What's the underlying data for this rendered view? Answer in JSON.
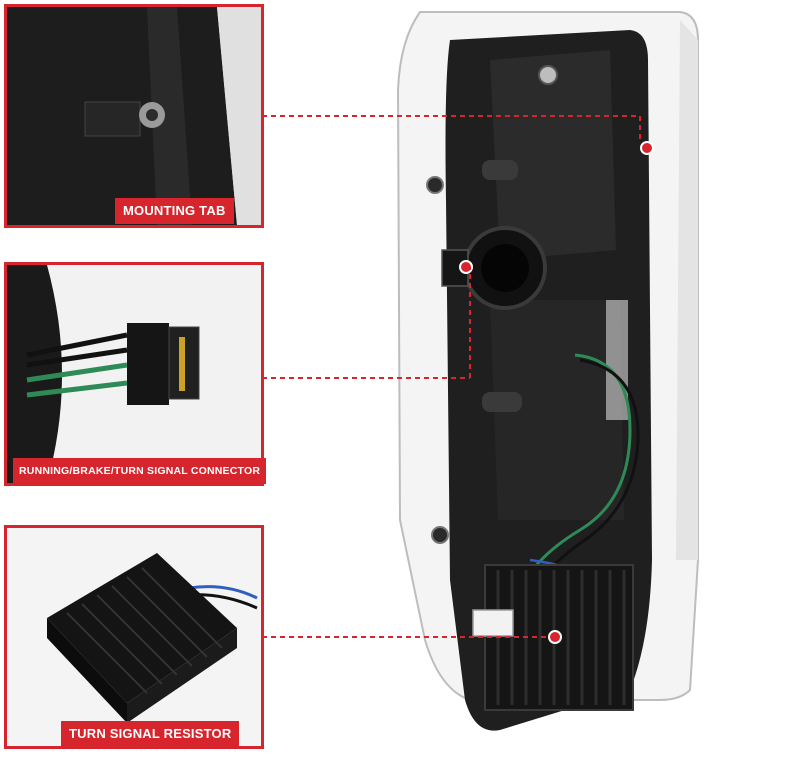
{
  "callouts": [
    {
      "id": "mounting-tab",
      "label": "MOUNTING TAB"
    },
    {
      "id": "connector",
      "label": "RUNNING/BRAKE/TURN SIGNAL CONNECTOR"
    },
    {
      "id": "resistor",
      "label": "TURN SIGNAL RESISTOR"
    }
  ],
  "colors": {
    "accent": "#d6252c",
    "housing": "#1f1f1f",
    "lens": "#e9e9e9",
    "wire_green": "#2e8b57",
    "wire_black": "#111111",
    "wire_blue": "#2f5fbf"
  }
}
